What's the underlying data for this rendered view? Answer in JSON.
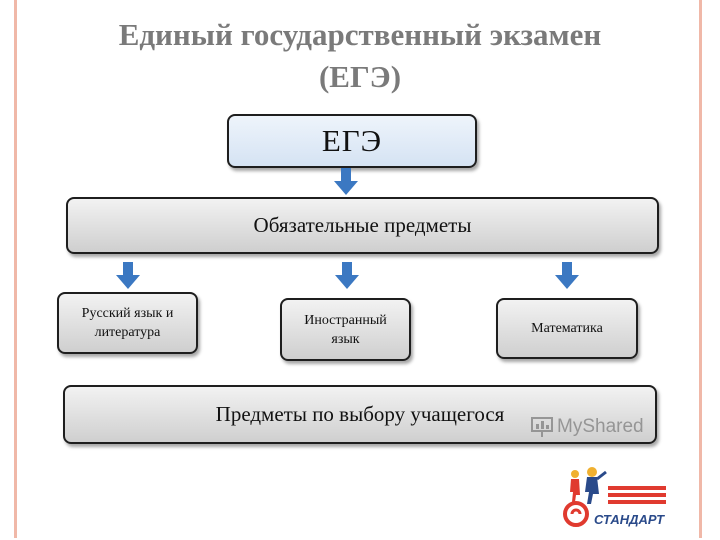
{
  "title": {
    "line1": "Единый государственный экзамен",
    "line2": "(ЕГЭ)"
  },
  "diagram": {
    "root": "ЕГЭ",
    "mandatory": "Обязательные предметы",
    "subjects": [
      {
        "line1": "Русский язык и",
        "line2": "литература"
      },
      {
        "line1": "Иностранный",
        "line2": "язык"
      },
      {
        "line1": "Математика",
        "line2": ""
      }
    ],
    "elective": "Предметы по выбору учащегося"
  },
  "watermark": {
    "text": "MyShared"
  },
  "logo": {
    "text": "СТАНДАРТ",
    "icon": "standard-logo-icon"
  },
  "colors": {
    "arrow": "#3b78c2",
    "frame": "#f0b8a8",
    "title": "#7a7a7a",
    "root_box": "#dde8f5",
    "box": "#e0e0e0"
  }
}
